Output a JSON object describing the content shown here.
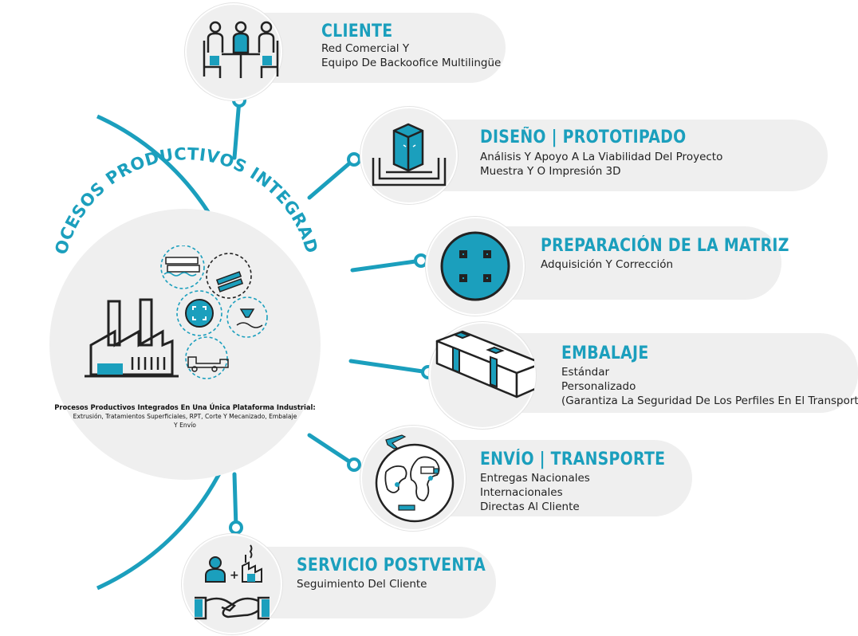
{
  "colors": {
    "accent": "#1b9fbd",
    "dark": "#222222",
    "panel": "#efefef"
  },
  "center": {
    "arc_title": "PROCESOS PRODUCTIVOS INTEGRADOS",
    "caption_title": "Procesos Productivos Integrados En Una Única Plataforma Industrial:",
    "caption_line1": "Extrusión, Tratamientos Superficiales, RPT, Corte Y Mecanizado, Embalaje",
    "caption_line2": "Y Envío"
  },
  "items": [
    {
      "id": "cliente",
      "icon": "meeting-people-icon",
      "title": "CLIENTE",
      "lines": [
        "Red Comercial Y",
        "Equipo De Backoofice Multilingüe"
      ]
    },
    {
      "id": "diseno",
      "icon": "3d-prototype-blueprint-icon",
      "title": "DISEÑO | PROTOTIPADO",
      "lines": [
        "Análisis Y Apoyo A La Viabilidad Del Proyecto",
        "Muestra Y O Impresión 3D"
      ]
    },
    {
      "id": "matriz",
      "icon": "extrusion-die-icon",
      "title": "PREPARACIÓN DE LA MATRIZ",
      "lines": [
        "Adquisición Y Corrección"
      ]
    },
    {
      "id": "embalaje",
      "icon": "package-box-icon",
      "title": "EMBALAJE",
      "lines": [
        "Estándar",
        "Personalizado",
        "(Garantiza La Seguridad De Los Perfiles En El Transporte)"
      ]
    },
    {
      "id": "envio",
      "icon": "globe-transport-icon",
      "title": "ENVÍO | TRANSPORTE",
      "lines": [
        "Entregas Nacionales",
        "Internacionales",
        "Directas Al Cliente"
      ]
    },
    {
      "id": "postventa",
      "icon": "handshake-service-icon",
      "title": "SERVICIO POSTVENTA",
      "lines": [
        "Seguimiento Del Cliente"
      ]
    }
  ]
}
